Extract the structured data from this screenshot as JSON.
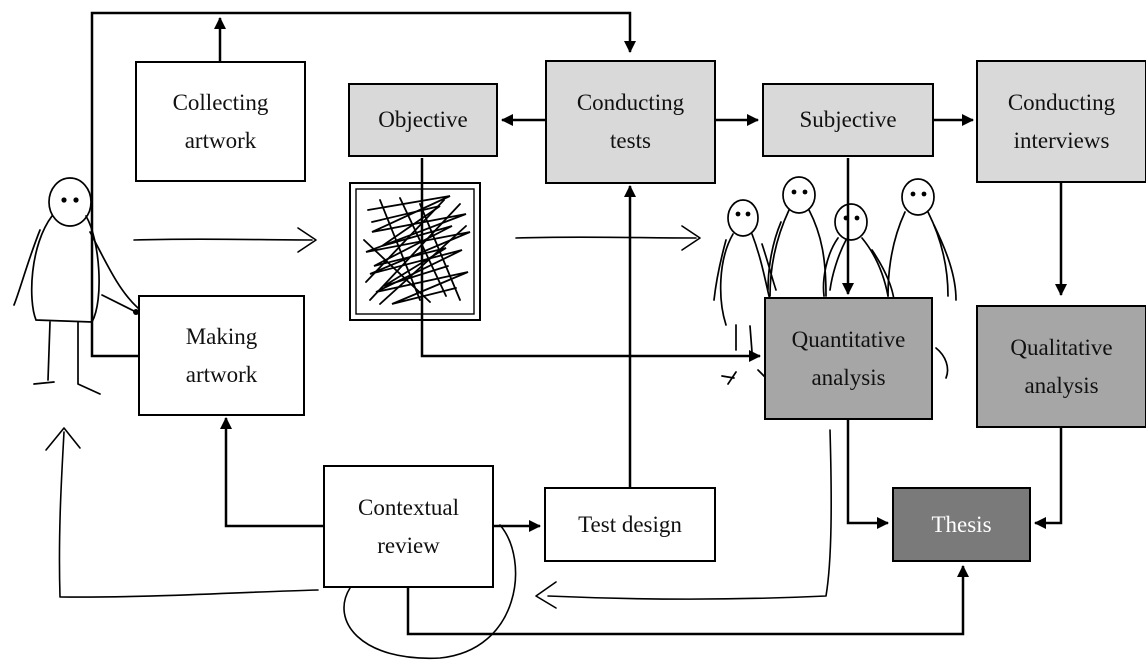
{
  "nodes": {
    "collecting_artwork": "Collecting\nartwork",
    "objective": "Objective",
    "conducting_tests": "Conducting\ntests",
    "subjective": "Subjective",
    "conducting_interviews": "Conducting\ninterviews",
    "making_artwork": "Making\nartwork",
    "quantitative_analysis": "Quantitative\nanalysis",
    "qualitative_analysis": "Qualitative\nanalysis",
    "contextual_review": "Contextual\nreview",
    "test_design": "Test design",
    "thesis": "Thesis"
  },
  "colors": {
    "white_box": "#ffffff",
    "light_box": "#d9d9d9",
    "mid_box": "#a6a6a6",
    "dark_box": "#7a7a7a",
    "line": "#000000"
  }
}
